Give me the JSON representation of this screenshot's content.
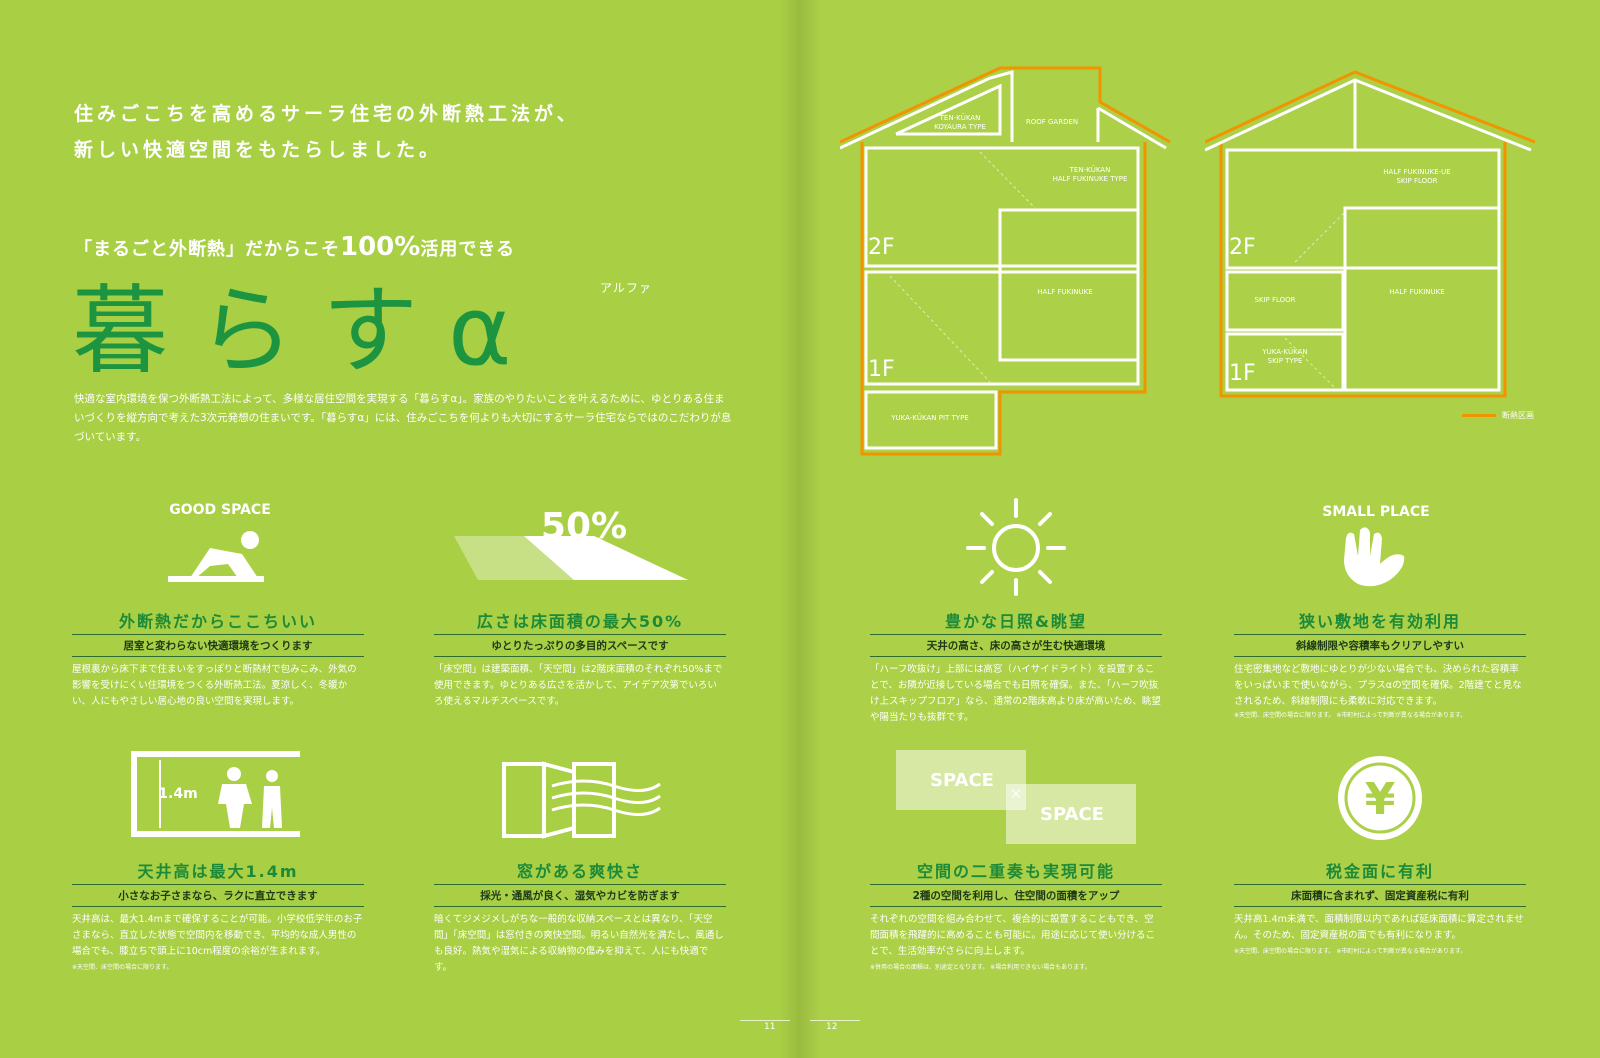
{
  "headline": {
    "line1": "住みごこちを高めるサーラ住宅の外断熱工法が、",
    "line2": "新しい快適空間をもたらしました。"
  },
  "subhead": {
    "part1": "「まるごと外断熱」だからこそ",
    "big": "100%",
    "part2": "活用できる"
  },
  "logo": {
    "text": "暮らすα",
    "ruby": "アルファ"
  },
  "intro": "快適な室内環境を保つ外断熱工法によって、多様な居住空間を実現する「暮らすα」。家族のやりたいことを叶えるために、ゆとりある住まいづくりを縦方向で考えた3次元発想の住まいです。「暮らすα」には、住みごこちを何よりも大切にするサーラ住宅ならではのこだわりが息づいています。",
  "house1": {
    "labels": {
      "koyaura": "TEN-KŪKAN\nKOYAURA TYPE",
      "roof": "ROOF GARDEN",
      "halftype": "TEN-KŪKAN\nHALF FUKINUKE TYPE",
      "fukinuke": "HALF FUKINUKE",
      "pit": "YUKA-KŪKAN PIT TYPE",
      "f2": "2F",
      "f1": "1F"
    }
  },
  "house2": {
    "labels": {
      "skipfloor_top": "HALF FUKINUKE-UE\nSKIP FLOOR",
      "skipfloor": "SKIP FLOOR",
      "fukinuke": "HALF FUKINUKE",
      "yukaskip": "YUKA-KŪKAN\nSKIP TYPE",
      "f2": "2F",
      "f1": "1F"
    }
  },
  "legend": {
    "label": "断熱区画"
  },
  "features": [
    {
      "id": "good-space",
      "icon_text": "GOOD SPACE",
      "title": "外断熱だからここちいい",
      "sub": "居室と変わらない快適環境をつくります",
      "body": "屋根裏から床下まで住まいをすっぽりと断熱材で包みこみ、外気の影響を受けにくい住環境をつくる外断熱工法。夏涼しく、冬暖かい、人にもやさしい居心地の良い空間を実現します。",
      "note": ""
    },
    {
      "id": "half-floor",
      "icon_text": "50%",
      "title": "広さは床面積の最大50%",
      "sub": "ゆとりたっぷりの多目的スペースです",
      "body": "「床空間」は建築面積、「天空間」は2階床面積のそれぞれ50%まで使用できます。ゆとりある広さを活かして、アイデア次第でいろいろ使えるマルチスペースです。",
      "note": ""
    },
    {
      "id": "sunlight",
      "icon_text": "",
      "title": "豊かな日照&眺望",
      "sub": "天井の高さ、床の高さが生む快適環境",
      "body": "「ハーフ吹抜け」上部には高窓（ハイサイドライト）を設置することで、お隣が近接している場合でも日照を確保。また、「ハーフ吹抜け上スキップフロア」なら、通常の2階床高より床が高いため、眺望や陽当たりも抜群です。",
      "note": ""
    },
    {
      "id": "small-place",
      "icon_text": "SMALL PLACE",
      "title": "狭い敷地を有効利用",
      "sub": "斜線制限や容積率もクリアしやすい",
      "body": "住宅密集地など敷地にゆとりが少ない場合でも、決められた容積率をいっぱいまで使いながら、プラスαの空間を確保。2階建てと見なされるため、斜線制限にも柔軟に対応できます。",
      "note": "※天空間、床空間の場合に限ります。 ※市町村によって判断が異なる場合があります。"
    },
    {
      "id": "ceiling",
      "icon_text": "1.4m",
      "title": "天井高は最大1.4m",
      "sub": "小さなお子さまなら、ラクに直立できます",
      "body": "天井高は、最大1.4mまで確保することが可能。小学校低学年のお子さまなら、直立した状態で空間内を移動でき、平均的な成人男性の場合でも、膝立ちで頭上に10cm程度の余裕が生まれます。",
      "note": "※天空間、床空間の場合に限ります。"
    },
    {
      "id": "window",
      "icon_text": "",
      "title": "窓がある爽快さ",
      "sub": "採光・通風が良く、湿気やカビを防ぎます",
      "body": "暗くてジメジメしがちな一般的な収納スペースとは異なり、「天空間」「床空間」は窓付きの爽快空間。明るい自然光を満たし、風通しも良好。熱気や湿気による収納物の傷みを抑えて、人にも快適です。",
      "note": ""
    },
    {
      "id": "double-space",
      "icon_text": "SPACE",
      "icon_text2": "SPACE",
      "title": "空間の二重奏も実現可能",
      "sub": "2種の空間を利用し、住空間の面積をアップ",
      "body": "それぞれの空間を組み合わせて、複合的に設置することもでき、空間面積を飛躍的に高めることも可能に。用途に応じて使い分けることで、生活効率がさらに向上します。",
      "note": "※併用の場合の面積は、別途定となります。 ※場合利用できない場合もあります。"
    },
    {
      "id": "tax",
      "icon_text": "¥",
      "title": "税金面に有利",
      "sub": "床面積に含まれず、固定資産税に有利",
      "body": "天井高1.4m未満で、面積制限以内であれば延床面積に算定されません。そのため、固定資産税の面でも有利になります。",
      "note": "※天空間、床空間の場合に限ります。 ※市町村によって判断が異なる場合があります。"
    }
  ],
  "page_numbers": {
    "left": "11",
    "right": "12"
  }
}
